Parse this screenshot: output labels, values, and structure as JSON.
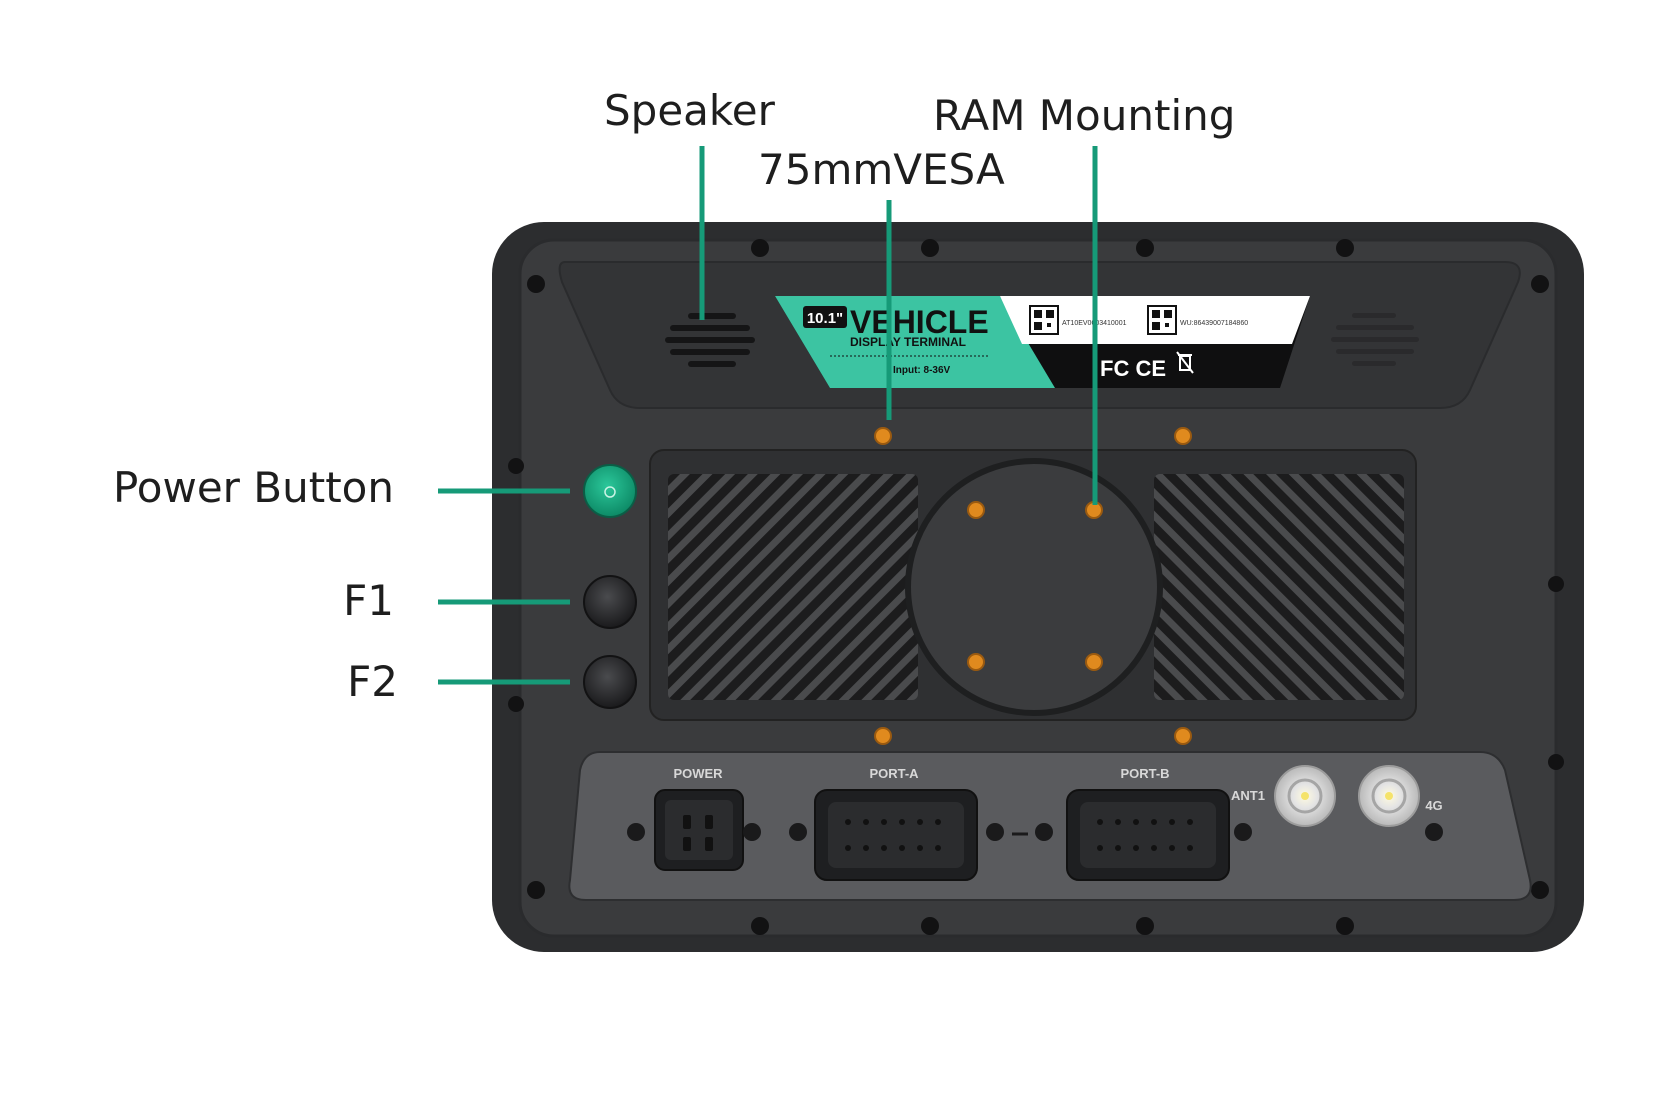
{
  "callouts": {
    "speaker": "Speaker",
    "ram_mounting": "RAM Mounting",
    "vesa": "75mmVESA",
    "power_button": "Power Button",
    "f1": "F1",
    "f2": "F2"
  },
  "label_sticker": {
    "size_badge": "10.1\"",
    "product_line1": "VEHICLE",
    "product_line2": "DISPLAY TERMINAL",
    "input_spec": "Input: 8-36V",
    "serial_1": "AT10EV0003410001",
    "serial_2": "WU:86439007184860",
    "certifications": "FC CE"
  },
  "ports": {
    "power": "POWER",
    "port_a": "PORT-A",
    "port_b": "PORT-B",
    "ant1": "ANT1",
    "lte": "4G"
  },
  "colors": {
    "accent": "#169a78",
    "device_body": "#3a3b3d",
    "screw": "#e08a1e"
  }
}
